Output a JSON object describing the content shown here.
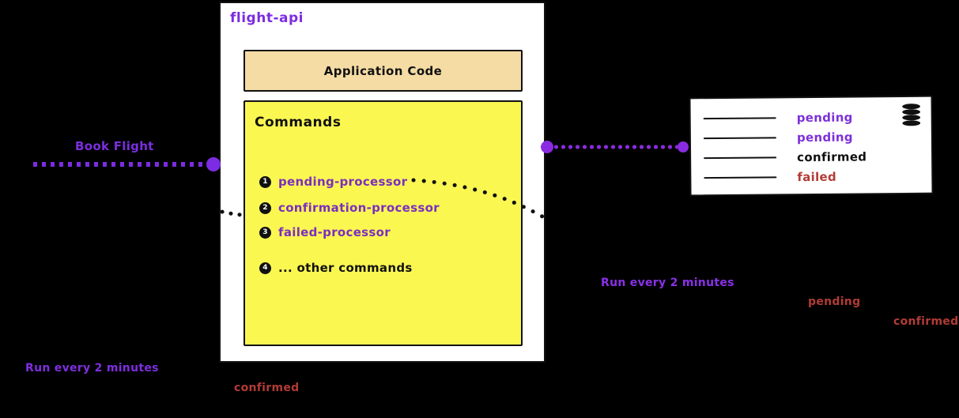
{
  "diagram": {
    "flight_api": {
      "title": "flight-api",
      "application_code_label": "Application Code",
      "commands_title": "Commands",
      "commands": [
        {
          "num": "1",
          "label": "pending-processor"
        },
        {
          "num": "2",
          "label": "confirmation-processor"
        },
        {
          "num": "3",
          "label": "failed-processor"
        },
        {
          "num": "4",
          "label": "... other commands"
        }
      ]
    },
    "database_table": {
      "rows": [
        {
          "status": "pending"
        },
        {
          "status": "pending"
        },
        {
          "status": "confirmed"
        },
        {
          "status": "failed"
        }
      ],
      "icon": "database-icon"
    },
    "labels": {
      "book_flight": "Book Flight",
      "run_every_left": "Run every 2 minutes",
      "run_every_right": "Run every 2 minutes",
      "confirmed_bottom_left": "confirmed",
      "pending_bottom_right": "pending",
      "confirmed_bottom_right": "confirmed"
    },
    "colors": {
      "purple_accent": "#7d2ce0",
      "purple_command_text": "#7b2fbf",
      "purple_status_text": "#7d30d8",
      "red_status_text": "#b23b36",
      "commands_fill": "#fbf751",
      "app_code_fill": "#f5dca4",
      "box_fill": "#ffffff",
      "border": "#111111",
      "background": "#000000"
    }
  }
}
